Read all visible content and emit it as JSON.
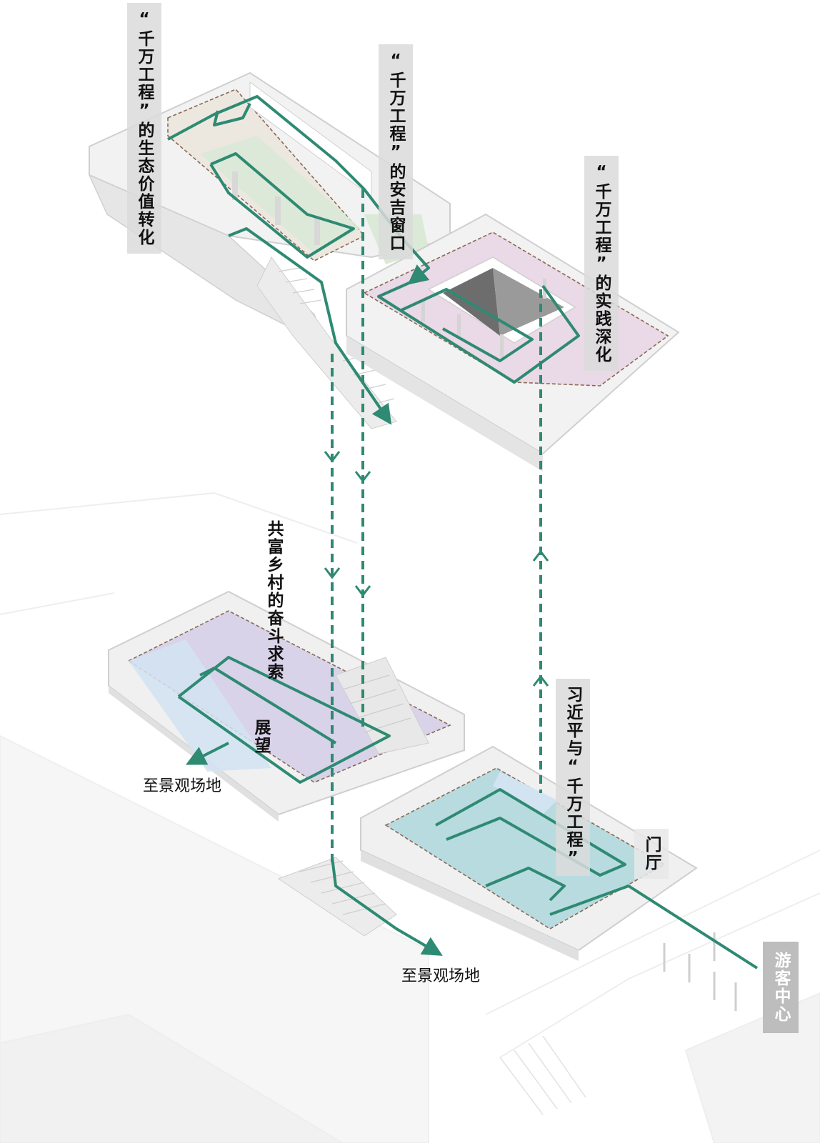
{
  "labels": {
    "eco_value": "“千万工程”的生态价值转化",
    "anji_window": "“千万工程”的安吉窗口",
    "practice": "“千万工程”的实践深化",
    "common_prosperity": "共富乡村的奋斗求索",
    "xi_project": "习近平与“千万工程”",
    "lookout": "展望",
    "lobby": "门厅",
    "visitor_center": "游客中心",
    "scenic_site_1": "至景观场地",
    "scenic_site_2": "至景观场地"
  },
  "colors": {
    "route": "#2e8a72",
    "wall": "#ececec",
    "wall_shadow": "#d6d6d6",
    "floor_beige": "#ece8e0",
    "floor_green": "#dbe9d7",
    "floor_pink": "#ead9e6",
    "floor_lavender": "#d9d3ea",
    "floor_teal": "#b8dbe0",
    "floor_blue": "#d2e3f2",
    "label_box": "#d9d9d9",
    "dashed_edge": "#8a6a55"
  }
}
